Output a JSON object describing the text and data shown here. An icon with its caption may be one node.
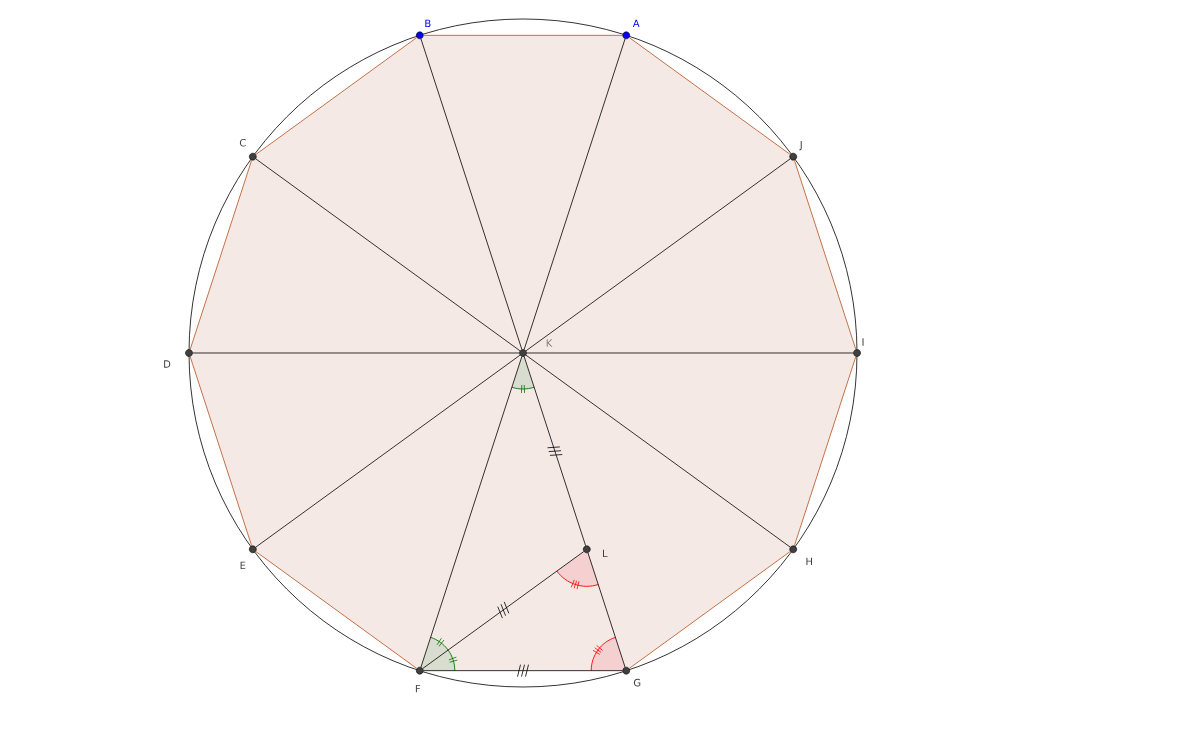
{
  "diagram": {
    "nodes": [
      {
        "text": [],
        "shape": "circle",
        "beside": [
          "A"
        ]
      },
      {
        "text": [],
        "shape": "circle",
        "beside": [
          "B"
        ]
      },
      {
        "text": [],
        "shape": "circle",
        "beside": [
          "C"
        ]
      },
      {
        "text": [],
        "shape": "circle",
        "beside": [
          "D"
        ]
      },
      {
        "text": [],
        "shape": "circle",
        "beside": [
          "E"
        ]
      },
      {
        "text": [],
        "shape": "circle",
        "beside": [
          "F"
        ]
      },
      {
        "text": [],
        "shape": "circle",
        "beside": [
          "G"
        ]
      },
      {
        "text": [],
        "shape": "circle",
        "beside": [
          "H"
        ]
      },
      {
        "text": [],
        "shape": "circle",
        "beside": [
          "I"
        ]
      },
      {
        "text": [],
        "shape": "circle",
        "beside": [
          "J"
        ]
      },
      {
        "text": [],
        "shape": "circle",
        "beside": [
          "K"
        ]
      },
      {
        "text": [],
        "shape": "circle",
        "beside": [
          "L"
        ]
      }
    ],
    "edges": [
      {
        "from": 0,
        "to": 1,
        "arrow": "none",
        "color": "#b5501e"
      },
      {
        "from": 1,
        "to": 2,
        "arrow": "none",
        "color": "#b5501e"
      },
      {
        "from": 2,
        "to": 3,
        "arrow": "none",
        "color": "#b5501e"
      },
      {
        "from": 3,
        "to": 4,
        "arrow": "none",
        "color": "#b5501e"
      },
      {
        "from": 4,
        "to": 5,
        "arrow": "none",
        "color": "#b5501e"
      },
      {
        "from": 5,
        "to": 6,
        "arrow": "none"
      },
      {
        "from": 6,
        "to": 7,
        "arrow": "none",
        "color": "#b5501e"
      },
      {
        "from": 7,
        "to": 8,
        "arrow": "none",
        "color": "#b5501e"
      },
      {
        "from": 8,
        "to": 9,
        "arrow": "none",
        "color": "#b5501e"
      },
      {
        "from": 9,
        "to": 0,
        "arrow": "none",
        "color": "#b5501e"
      },
      {
        "from": 10,
        "to": 0,
        "arrow": "none"
      },
      {
        "from": 10,
        "to": 1,
        "arrow": "none"
      },
      {
        "from": 10,
        "to": 2,
        "arrow": "none"
      },
      {
        "from": 10,
        "to": 3,
        "arrow": "none"
      },
      {
        "from": 10,
        "to": 4,
        "arrow": "none"
      },
      {
        "from": 10,
        "to": 5,
        "arrow": "none"
      },
      {
        "from": 10,
        "to": 7,
        "arrow": "none"
      },
      {
        "from": 10,
        "to": 8,
        "arrow": "none"
      },
      {
        "from": 10,
        "to": 9,
        "arrow": "none"
      },
      {
        "from": 10,
        "to": 11,
        "arrow": "none"
      },
      {
        "from": 11,
        "to": 6,
        "arrow": "none"
      },
      {
        "from": 5,
        "to": 11,
        "arrow": "none"
      }
    ]
  }
}
